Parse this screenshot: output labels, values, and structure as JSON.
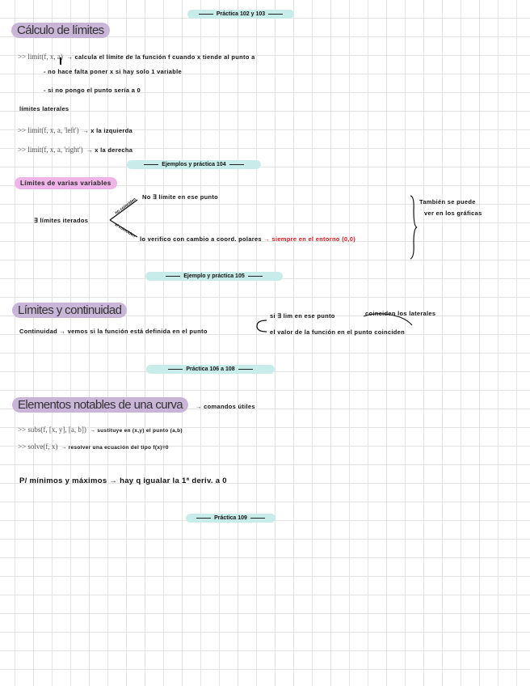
{
  "section_markers": [
    "Práctica 102 y 103",
    "Ejemplos y práctica 104",
    "Ejemplo y práctica 105",
    "Práctica 106 a 108",
    "Práctica 109"
  ],
  "calculo": {
    "title": "Cálculo de límites",
    "line1_code": ">> limit(f, x, a)",
    "line1_text": "→ calcula el límite de la función f cuando x tiende al punto a",
    "note1": "- no hace falta poner x si hay solo 1 variable",
    "note2": "- si no pongo el punto sería a 0",
    "laterales": "límites laterales",
    "left_code": ">> limit(f, x, a, 'left')",
    "left_text": "→ x la izquierda",
    "right_code": ">> limit(f, x, a, 'right')",
    "right_text": "→ x la derecha"
  },
  "varias": {
    "title": "Límites de varias variables",
    "iterados": "∃ límites iterados",
    "no_label": "no coinciden",
    "si_label": "sí coinciden",
    "no_result": "No ∃ límite en ese punto",
    "si_result": "lo verifico con cambio a coord. polares",
    "si_red": "→ siempre en el entorno (0,0)",
    "side_note_1": "También se puede",
    "side_note_2": "ver en los gráficas"
  },
  "continuidad": {
    "title": "Límites y continuidad",
    "main": "Continuidad → vemos si la función está definida en el punto",
    "branch1": "si ∃ lim en ese punto",
    "branch1_note": "coinciden los laterales",
    "branch2": "el valor de la función en el punto coinciden"
  },
  "curva": {
    "title": "Elementos notables de una curva",
    "subtitle": "→ comandos útiles",
    "subs_code": ">> subs(f, [x, y], [a, b])",
    "subs_text": "→ sustituye en (x,y) el punto (a,b)",
    "solve_code": ">> solve(f, x)",
    "solve_text": "→ resolver una ecuación del tipo f(x)=0",
    "minmax": "P/ mínimos y máximos → hay q igualar la 1ª deriv. a 0"
  },
  "colors": {
    "teal_marker": "#c8ece9",
    "purple_title": "#c8b5d8",
    "pink_title": "#efb4e8",
    "red_note": "#e0141b"
  }
}
